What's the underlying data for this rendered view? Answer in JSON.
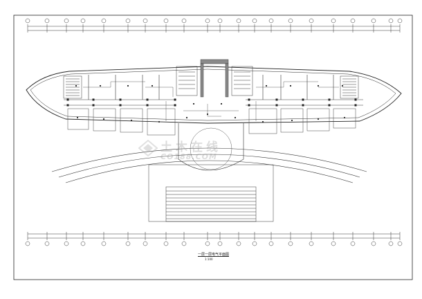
{
  "drawing": {
    "title": "一层一层电气平面图",
    "scale": "1:100"
  },
  "watermark": {
    "text_cn": "土木在线",
    "text_en": "CO188.COM"
  },
  "colors": {
    "paper": "#ffffff",
    "line": "#222222",
    "wall_fill": "#8a8a8a",
    "watermark": "#9a9a9a"
  }
}
